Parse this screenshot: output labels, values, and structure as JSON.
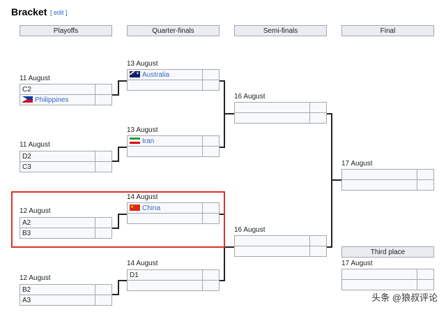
{
  "header": {
    "title": "Bracket",
    "edit_open": "[",
    "edit_label": "edit",
    "edit_close": "]"
  },
  "columns": [
    "Playoffs",
    "Quarter-finals",
    "Semi-finals",
    "Final"
  ],
  "playoffs": [
    {
      "date": "11 August",
      "team1": "C2",
      "team2": "Philippines",
      "team2_flag": "flag-philippines"
    },
    {
      "date": "11 August",
      "team1": "D2",
      "team2": "C3"
    },
    {
      "date": "12 August",
      "team1": "A2",
      "team2": "B3"
    },
    {
      "date": "12 August",
      "team1": "B2",
      "team2": "A3"
    }
  ],
  "quarterfinals": [
    {
      "date": "13 August",
      "team1": "Australia",
      "team1_flag": "flag-australia",
      "team2": ""
    },
    {
      "date": "13 August",
      "team1": "Iran",
      "team1_flag": "flag-iran",
      "team2": ""
    },
    {
      "date": "14 August",
      "team1": "China",
      "team1_flag": "flag-china",
      "team2": ""
    },
    {
      "date": "14 August",
      "team1": "D1",
      "team2": ""
    }
  ],
  "semifinals": [
    {
      "date": "16 August"
    },
    {
      "date": "16 August"
    }
  ],
  "final": {
    "date": "17 August"
  },
  "third_place": {
    "header": "Third place",
    "date": "17 August"
  },
  "watermark": "头条 @狼叔评论"
}
